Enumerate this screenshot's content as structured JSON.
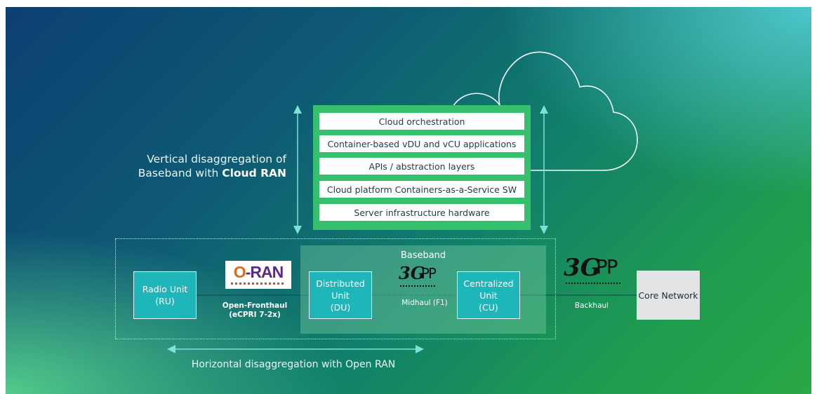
{
  "vertical": {
    "label_line1": "Vertical disaggregation of",
    "label_line2_prefix": "Baseband with ",
    "label_line2_bold": "Cloud RAN"
  },
  "stack": {
    "layers": [
      "Cloud orchestration",
      "Container-based vDU and vCU applications",
      "APIs / abstraction layers",
      "Cloud platform Containers-as-a-Service SW",
      "Server infrastructure hardware"
    ]
  },
  "baseband": {
    "label": "Baseband"
  },
  "units": {
    "ru": {
      "name": "Radio Unit",
      "abbr": "(RU)"
    },
    "du": {
      "name": "Distributed Unit",
      "abbr": "(DU)"
    },
    "cu": {
      "name": "Centralized Unit",
      "abbr": "(CU)"
    },
    "core": {
      "name": "Core Network"
    }
  },
  "links": {
    "fronthaul_line1": "Open-Fronthaul",
    "fronthaul_line2": "(eCPRI 7-2x)",
    "midhaul": "Midhaul (F1)",
    "backhaul": "Backhaul"
  },
  "horizontal": {
    "label": "Horizontal disaggregation with Open RAN"
  },
  "logos": {
    "oran": "O-RAN",
    "gpp": "3GPP"
  },
  "colors": {
    "stack_panel": "#36c06e",
    "unit_fill": "#1fb6b9",
    "arrow": "#7fe0d8",
    "core_fill": "#e3e4e6"
  }
}
